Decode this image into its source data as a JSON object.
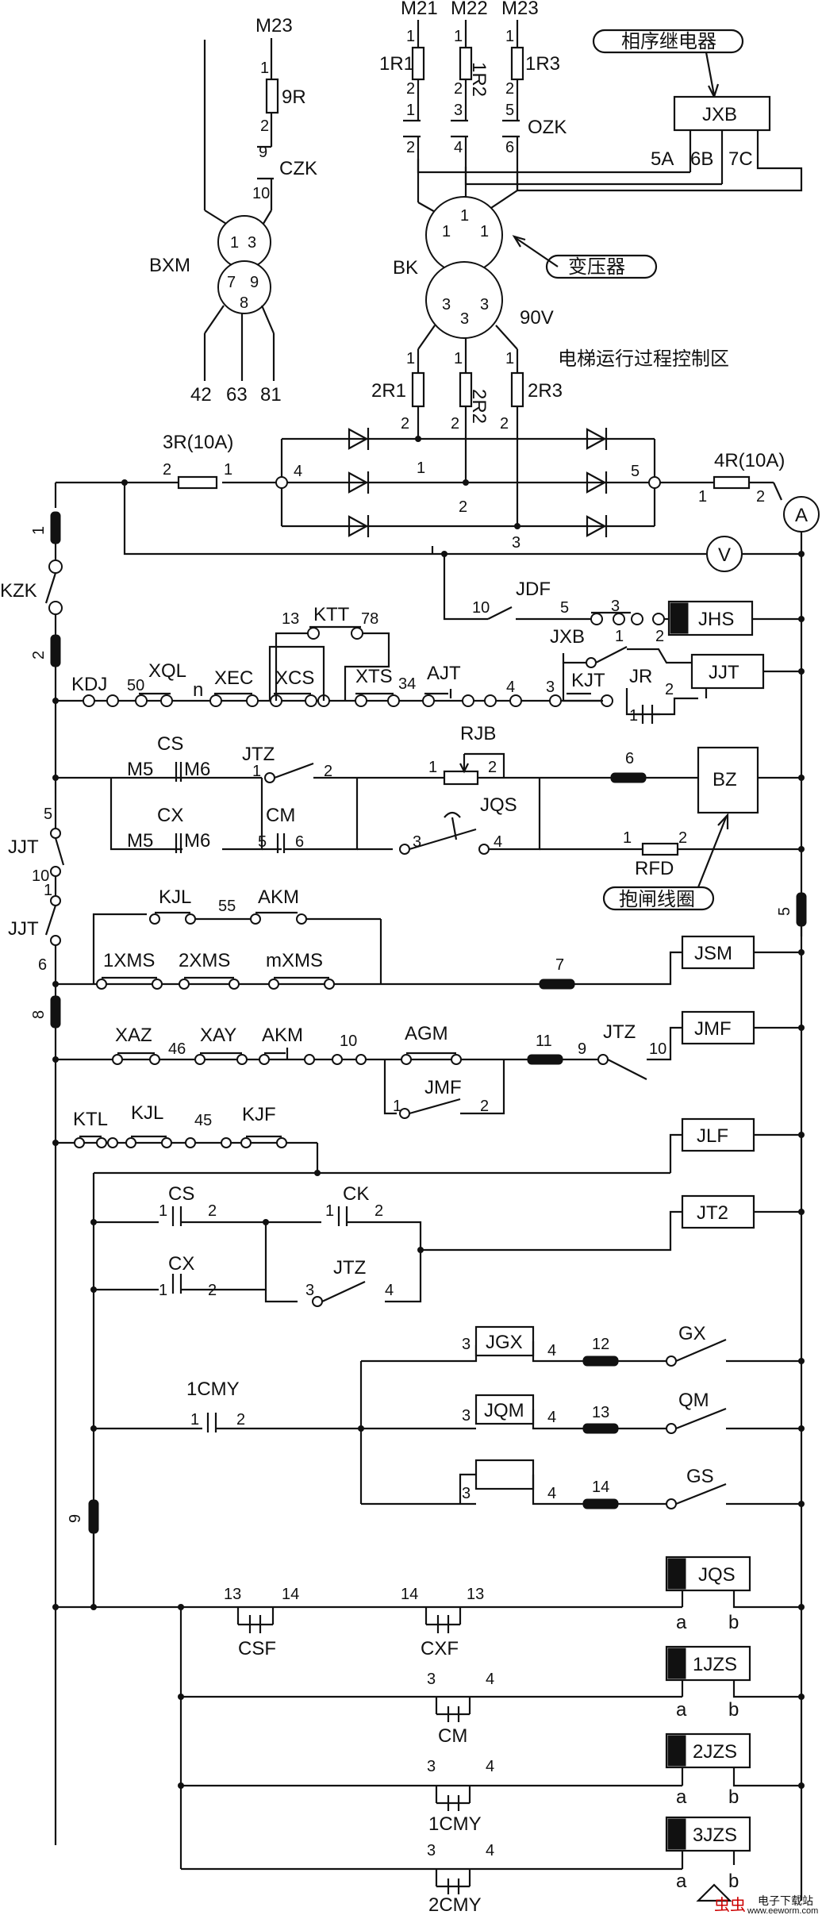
{
  "top": {
    "m23_left": "M23",
    "m21": "M21",
    "m22": "M22",
    "m23": "M23",
    "r9": "9R",
    "czk": "CZK",
    "ozk": "OZK",
    "r1r1": "1R1",
    "r1r2": "1R2",
    "r1r3": "1R3",
    "jxb_box": "JXB",
    "a5": "5A",
    "b6": "6B",
    "c7": "7C",
    "callout_relay": "相序继电器",
    "callout_transformer": "变压器",
    "bxm": "BXM",
    "bk": "BK",
    "v90": "90V",
    "section_title": "电梯运行过程控制区",
    "out42": "42",
    "out63": "63",
    "out81": "81",
    "r2r1": "2R1",
    "r2r2": "2R2",
    "r2r3": "2R3",
    "fuse3r": "3R(10A)",
    "fuse4r": "4R(10A)",
    "ammeter": "A",
    "voltmeter": "V"
  },
  "coils": {
    "jhs": "JHS",
    "jjt": "JJT",
    "bz": "BZ",
    "jsm": "JSM",
    "jmf": "JMF",
    "jlf": "JLF",
    "jt2": "JT2",
    "jgx": "JGX",
    "jqm": "JQM",
    "jqs": "JQS",
    "jzs1": "1JZS",
    "jzs2": "2JZS",
    "jzs3": "3JZS"
  },
  "contacts": {
    "kzk": "KZK",
    "jdf": "JDF",
    "jxb": "JXB",
    "kjt": "KJT",
    "jr": "JR",
    "kdj": "KDJ",
    "xql": "XQL",
    "n": "n",
    "xec": "XEC",
    "xcs": "XCS",
    "ktt": "KTT",
    "xts": "XTS",
    "ajt": "AJT",
    "rjb": "RJB",
    "cs": "CS",
    "cx": "CX",
    "cm": "CM",
    "ck": "CK",
    "jtz": "JTZ",
    "jqs": "JQS",
    "m5": "M5",
    "m6": "M6",
    "rfd": "RFD",
    "brake_callout": "抱闸线圈",
    "jjt": "JJT",
    "kjl": "KJL",
    "akm": "AKM",
    "xms1": "1XMS",
    "xms2": "2XMS",
    "xmsm": "mXMS",
    "xaz": "XAZ",
    "xay": "XAY",
    "agm": "AGM",
    "jmf": "JMF",
    "ktl": "KTL",
    "kjf": "KJF",
    "cmy1": "1CMY",
    "gx": "GX",
    "qm": "QM",
    "gs": "GS",
    "csf": "CSF",
    "cxf": "CXF",
    "cm_b": "CM",
    "cmy1_b": "1CMY",
    "cmy2": "2CMY",
    "a": "a",
    "b": "b"
  },
  "watermark": {
    "brand": "虫虫",
    "site": "电子下载站",
    "url": "www.eeworm.com"
  }
}
